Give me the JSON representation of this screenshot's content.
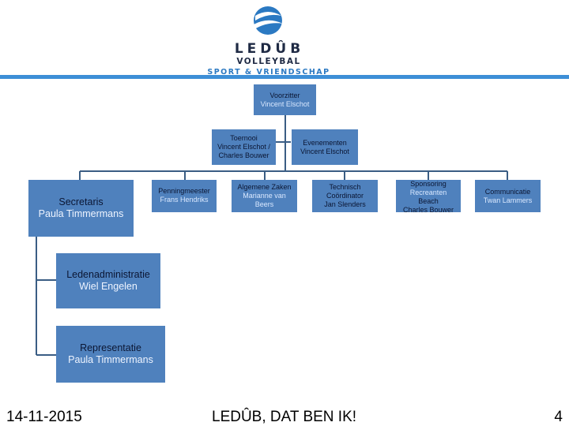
{
  "logo": {
    "brand": "LEDÛB",
    "line1": "VOLLEYBAL",
    "line2": "SPORT & VRIENDSCHAP",
    "colors": {
      "navy": "#1f2a44",
      "blue": "#2b79c2",
      "rule": "#3d8fd7"
    }
  },
  "org": {
    "voorzitter": {
      "title": "Voorzitter",
      "name": "Vincent Elschot"
    },
    "toernooi": {
      "title": "Toernooi",
      "names": [
        "Vincent Elschot /",
        "Charles Bouwer"
      ]
    },
    "evenementen": {
      "title": "Evenementen",
      "name": "Vincent Elschot"
    },
    "secretaris": {
      "title": "Secretaris",
      "name": "Paula Timmermans"
    },
    "penningmeester": {
      "title": "Penningmeester",
      "name": "Frans Hendriks"
    },
    "algemene_zaken": {
      "title": "Algemene Zaken",
      "names": [
        "Marianne van",
        "Beers"
      ]
    },
    "technisch": {
      "title": "Technisch",
      "title2": "Coördinator",
      "name": "Jan Slenders"
    },
    "sponsoring": {
      "title": "Sponsoring",
      "names": [
        "Recreanten",
        "Beach",
        "Charles Bouwer"
      ]
    },
    "communicatie": {
      "title": "Communicatie",
      "name": "Twan Lammers"
    },
    "ledenadministratie": {
      "title": "Ledenadministratie",
      "name": "Wiel Engelen"
    },
    "representatie": {
      "title": "Representatie",
      "name": "Paula Timmermans"
    },
    "box_color": "#4f81bd",
    "line_color": "#3a5d84"
  },
  "footer": {
    "date": "14-11-2015",
    "slogan": "LEDÛB, DAT BEN IK!",
    "page": "4"
  }
}
